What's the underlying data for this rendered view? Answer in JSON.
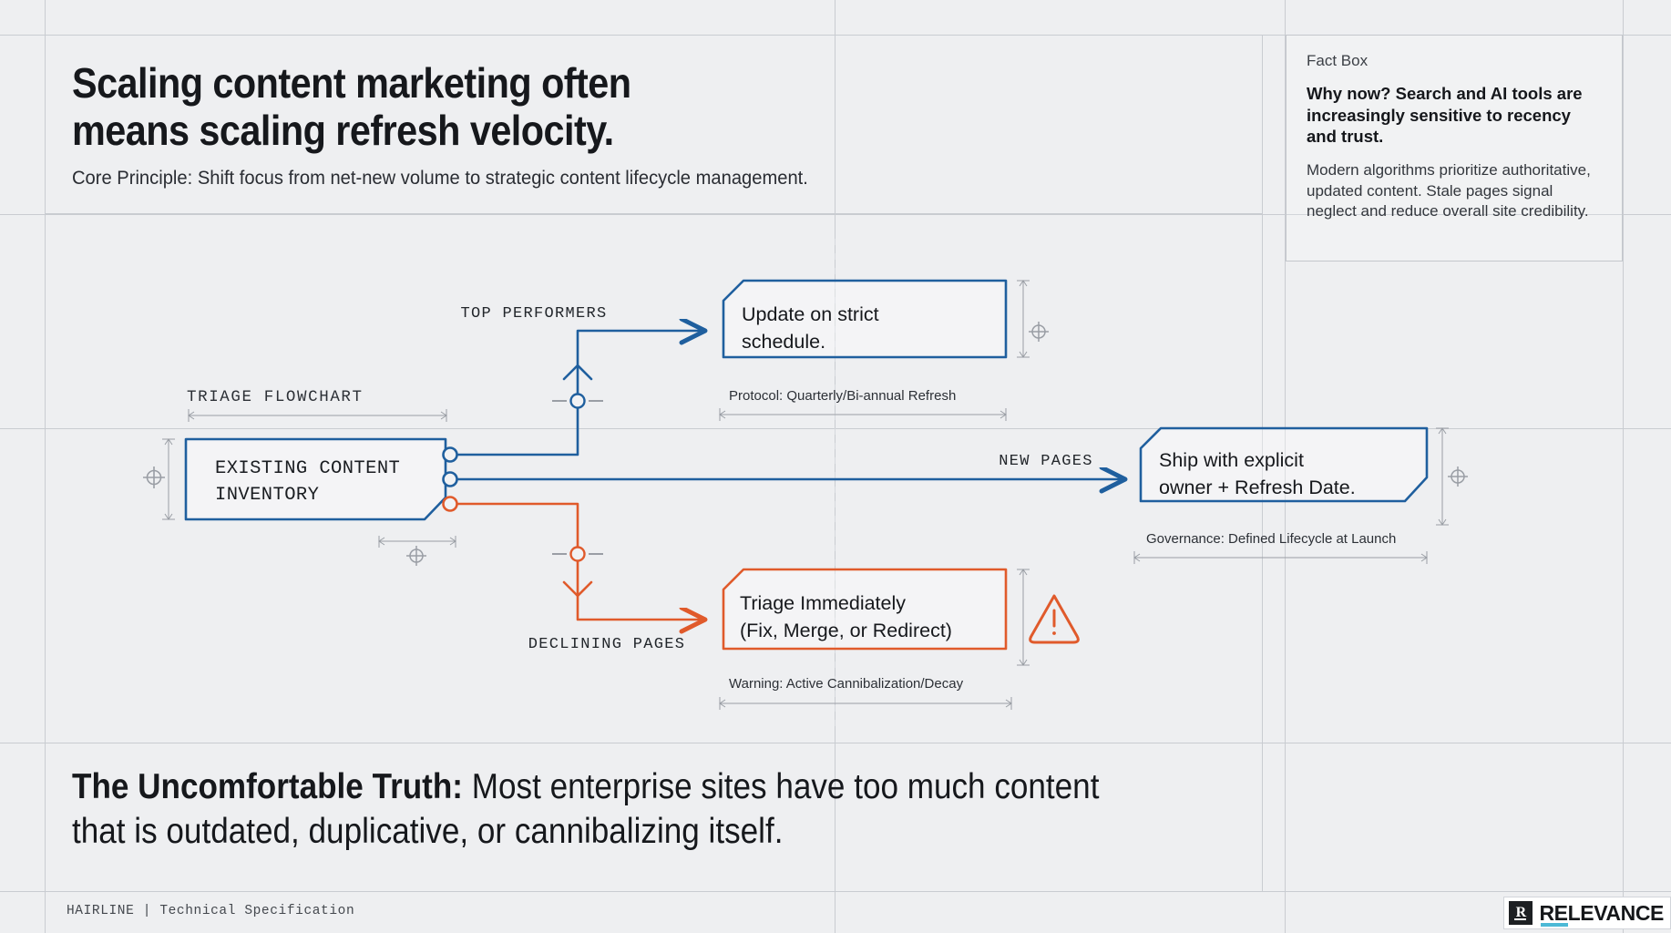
{
  "header": {
    "headline": "Scaling content marketing often\nmeans scaling refresh velocity.",
    "principle": "Core Principle: Shift focus from net-new volume to strategic content lifecycle management."
  },
  "fact_box": {
    "kicker": "Fact Box",
    "lead": "Why now? Search and AI tools are increasingly sensitive to recency and trust.",
    "body": "Modern algorithms prioritize authoritative, updated content. Stale pages signal neglect and reduce overall site credibility."
  },
  "diagram": {
    "title": "TRIAGE FLOWCHART",
    "source_node": "EXISTING CONTENT\nINVENTORY",
    "source_line_1": "EXISTING CONTENT",
    "source_line_2": "INVENTORY",
    "branches": [
      {
        "label": "TOP PERFORMERS",
        "node_line_1": "Update on strict",
        "node_line_2": "schedule.",
        "caption": "Protocol: Quarterly/Bi-annual Refresh",
        "color": "#1f5f9e"
      },
      {
        "label": "NEW PAGES",
        "node_line_1": "Ship with explicit",
        "node_line_2": "owner + Refresh Date.",
        "caption": "Governance: Defined Lifecycle at Launch",
        "color": "#1f5f9e"
      },
      {
        "label": "DECLINING PAGES",
        "node_line_1": "Triage Immediately",
        "node_line_2": "(Fix, Merge, or Redirect)",
        "caption": "Warning: Active Cannibalization/Decay",
        "color": "#e05a2b"
      }
    ]
  },
  "statement": {
    "bold": "The Uncomfortable Truth:",
    "rest": " Most enterprise sites have too much content\nthat is outdated, duplicative, or cannibalizing itself."
  },
  "footer": {
    "text": "HAIRLINE | Technical Specification"
  },
  "logo": {
    "mark": "R",
    "word": "RELEVANCE"
  },
  "colors": {
    "blue": "#1f5f9e",
    "orange": "#e05a2b",
    "grid": "#c9ccd1",
    "background": "#eeeff1",
    "ink": "#16181c"
  }
}
